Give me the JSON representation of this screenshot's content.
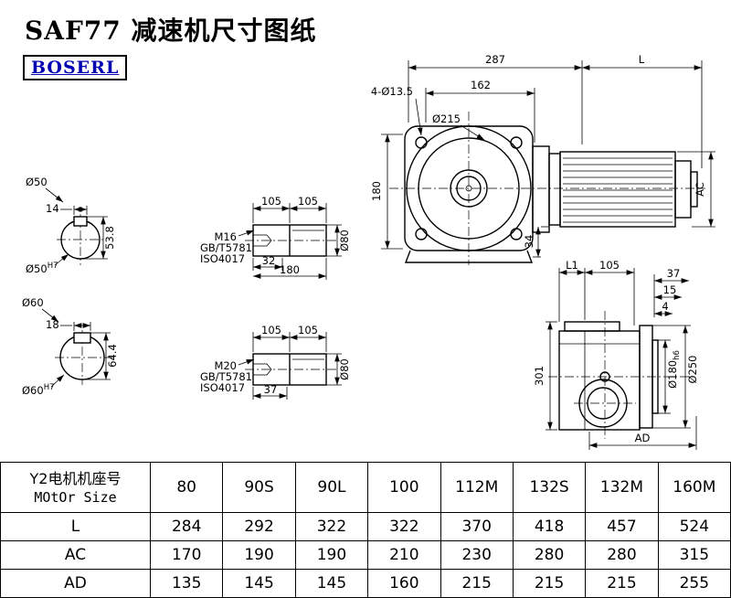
{
  "title": "SAF77 减速机尺寸图纸",
  "logo": "BOSERL",
  "colors": {
    "logo_blue": "#0000b0",
    "line": "#000000"
  },
  "front": {
    "d287": "287",
    "dL": "L",
    "holes": "4-Ø13.5",
    "d162": "162",
    "d215": "Ø215",
    "d180": "180",
    "d34": "34",
    "dAC": "AC"
  },
  "section_top": {
    "label": "Ø50",
    "key_w": "14",
    "height": "53.8",
    "bore": "Ø50",
    "bore_tol": "H7"
  },
  "section_bottom": {
    "label": "Ø60",
    "key_w": "18",
    "height": "64.4",
    "bore": "Ø60",
    "bore_tol": "H7"
  },
  "shaft_top": {
    "d105a": "105",
    "d105b": "105",
    "thread": "M16",
    "std1": "GB/T5781",
    "std2": "ISO4017",
    "d32": "32",
    "d180": "180",
    "dia": "Ø80"
  },
  "shaft_bottom": {
    "d105a": "105",
    "d105b": "105",
    "thread": "M20",
    "std1": "GB/T5781",
    "std2": "ISO4017",
    "d37": "37",
    "dia": "Ø80"
  },
  "side": {
    "dL1": "L1",
    "d105": "105",
    "d37": "37",
    "d15": "15",
    "d4": "4",
    "d301": "301",
    "d180": "Ø180",
    "d180_tol": "h6",
    "d250": "Ø250",
    "dAD": "AD"
  },
  "table": {
    "header_cn": "Y2电机机座号",
    "header_en": "MOtOr Size",
    "sizes": [
      "80",
      "90S",
      "90L",
      "100",
      "112M",
      "132S",
      "132M",
      "160M"
    ],
    "row_L": {
      "label": "L",
      "values": [
        "284",
        "292",
        "322",
        "322",
        "370",
        "418",
        "457",
        "524"
      ]
    },
    "row_AC": {
      "label": "AC",
      "values": [
        "170",
        "190",
        "190",
        "210",
        "230",
        "280",
        "280",
        "315"
      ]
    },
    "row_AD": {
      "label": "AD",
      "values": [
        "135",
        "145",
        "145",
        "160",
        "215",
        "215",
        "215",
        "255"
      ]
    }
  }
}
